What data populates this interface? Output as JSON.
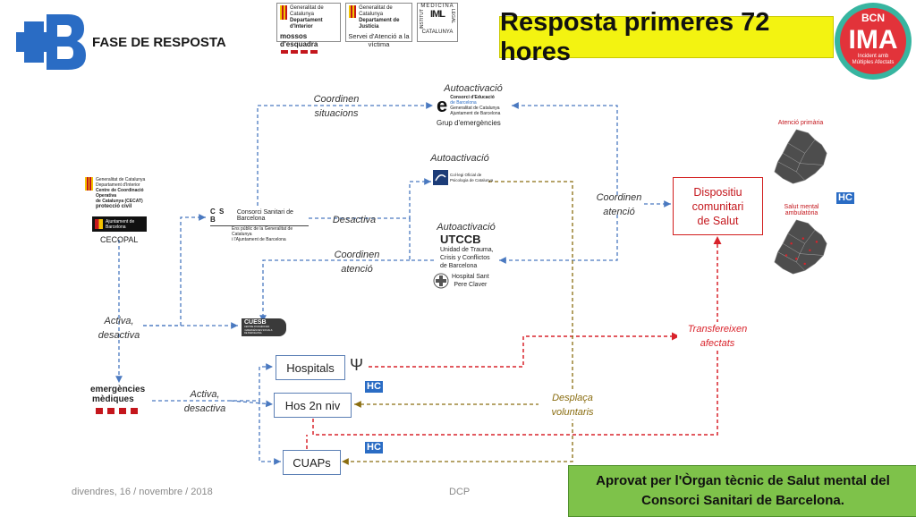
{
  "header": {
    "phase": "FASE DE RESPOSTA",
    "title": "Resposta primeres 72 hores",
    "logos": {
      "generalitat_small": "Generalitat de Catalunya",
      "interior": "Departament d'Interior",
      "mossos": "mossos d'esquadra",
      "justicia": "Departament de Justícia",
      "sav": "Servei d'Atenció a la víctima",
      "iml_top": "MEDICINA",
      "iml_side": "INSTITUT",
      "iml_right": "LEGAL",
      "iml_bottom": "CATALUNYA",
      "ima_top": "BCN",
      "ima_main": "IMA",
      "ima_sub1": "Incident amb",
      "ima_sub2": "Múltiples Afectats"
    }
  },
  "cecopal": {
    "gen_line1": "Generalitat de Catalunya",
    "gen_line2": "Departament d'Interior",
    "gen_line3": "Centre de Coordinació Operativa",
    "gen_line4": "de Catalunya (CECAT)",
    "proteccio": "protecció civil",
    "ajuntament": "Ajuntament de Barcelona",
    "label": "CECOPAL"
  },
  "csb": {
    "abbr": "C S B",
    "name": "Consorci Sanitari de Barcelona",
    "sub1": "Ens públic de la Generalitat de Catalunya",
    "sub2": "i l'Ajuntament de Barcelona"
  },
  "ceb": {
    "autoactivacio": "Autoactivació",
    "line1": "Consorci d'Educació",
    "line2": "de Barcelona",
    "line3": "Generalitat de Catalunya",
    "line4": "Ajuntament de Barcelona",
    "grup": "Grup d'emergències"
  },
  "copc": {
    "autoactivacio": "Autoactivació",
    "line1": "Col·legi Oficial de",
    "line2": "Psicologia de Catalunya"
  },
  "utccb": {
    "autoactivacio": "Autoactivació",
    "abbr": "UTCCB",
    "line1": "Unidad de Trauma,",
    "line2": "Crisis y Conflictos",
    "line3": "de Barcelona",
    "hospital1": "Hospital Sant",
    "hospital2": "Pere Claver"
  },
  "cuesb": {
    "abbr": "CUESB",
    "sub1": "CENTRE D'URGÈNCIES",
    "sub2": "I EMERGÈNCIES SOCIALS",
    "sub3": "DE BARCELONA"
  },
  "sem": {
    "line1": "emergències",
    "line2": "mèdiques"
  },
  "labels": {
    "coordinen_situacions_1": "Coordinen",
    "coordinen_situacions_2": "situacions",
    "desactiva": "Desactiva",
    "coordinen_atencio_left_1": "Coordinen",
    "coordinen_atencio_left_2": "atenció",
    "coordinen_atencio_right_1": "Coordinen",
    "coordinen_atencio_right_2": "atenció",
    "activa_desactiva_1_a": "Activa,",
    "activa_desactiva_1_b": "desactiva",
    "activa_desactiva_2_a": "Activa,",
    "activa_desactiva_2_b": "desactiva",
    "transfereixen_1": "Transfereixen",
    "transfereixen_2": "afectats",
    "desplaca_1": "Desplaça",
    "desplaca_2": "voluntaris"
  },
  "nodes": {
    "hospitals": "Hospitals",
    "hos2n": "Hos 2n niv",
    "cuaps": "CUAPs",
    "dispositiu_1": "Dispositiu",
    "dispositiu_2": "comunitari",
    "dispositiu_3": "de Salut",
    "hc": "HC"
  },
  "maps": {
    "atencio_primaria": "Atenció primària",
    "salut_mental_1": "Salut mental",
    "salut_mental_2": "ambulatòria"
  },
  "approval": {
    "line1": "Aprovat per l'Òrgan tècnic de Salut mental del",
    "line2": "Consorci Sanitari de Barcelona."
  },
  "footer": {
    "date": "divendres, 16 / novembre / 2018",
    "dcp": "DCP"
  },
  "colors": {
    "blue_line": "#4a79c0",
    "red_line": "#d9232b",
    "olive_line": "#8a6d10",
    "title_bg": "#f3f311",
    "approval_bg": "#7ec24a",
    "ima_ring": "#37b5a0",
    "ima_red": "#e2333a",
    "brand_blue": "#2a6cc4"
  }
}
